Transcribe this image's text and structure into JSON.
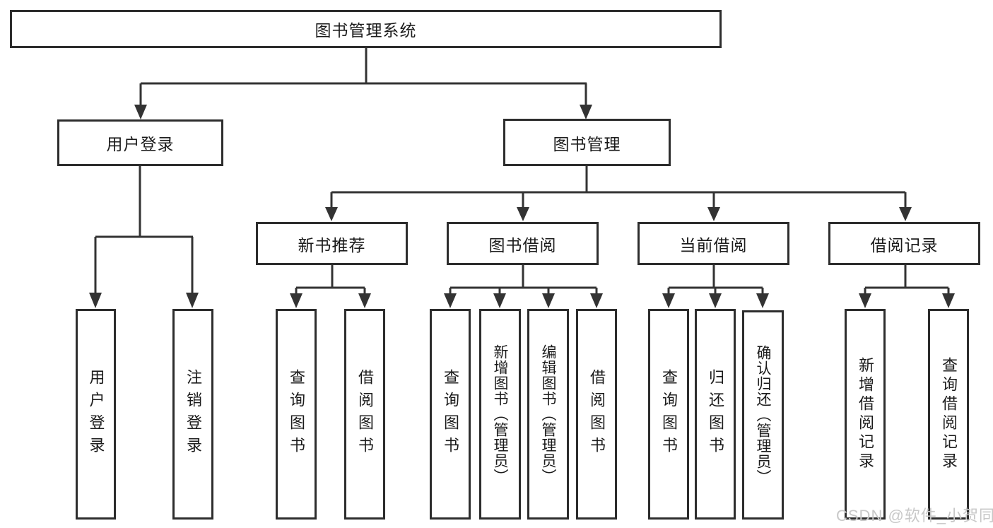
{
  "diagram": {
    "type": "hierarchy-tree",
    "colors": {
      "line": "#333333",
      "box_border": "#2d2d2d",
      "box_background": "#ffffff",
      "text": "#1b1b1b",
      "watermark": "#c8c8c8",
      "background": "#ffffff"
    }
  },
  "tree": {
    "label": "图书管理系统",
    "children": [
      {
        "label": "用户登录",
        "children": [
          "用户登录",
          "注销登录"
        ]
      },
      {
        "label": "图书管理",
        "children": [
          {
            "label": "新书推荐",
            "children": [
              "查询图书",
              "借阅图书"
            ]
          },
          {
            "label": "图书借阅",
            "children": [
              "查询图书",
              "新增图书（管理员）",
              "编辑图书（管理员）",
              "借阅图书"
            ]
          },
          {
            "label": "当前借阅",
            "children": [
              "查询图书",
              "归还图书",
              "确认归还（管理员）"
            ]
          },
          {
            "label": "借阅记录",
            "children": [
              "新增借阅记录",
              "查询借阅记录"
            ]
          }
        ]
      }
    ]
  },
  "watermark": {
    "text": "CSDN @软件_小贺同学"
  }
}
